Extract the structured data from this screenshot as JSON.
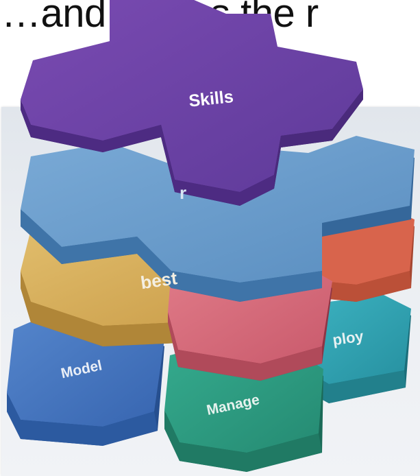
{
  "slide": {
    "title": "…and … has the r"
  },
  "layers": {
    "skills": "Skills",
    "blue_partial": "r",
    "gold_partial": "best",
    "deploy_partial": "ploy",
    "model": "Model",
    "manage": "Manage"
  },
  "colors": {
    "skills": "#6a3fa0",
    "blue": "#5f93c4",
    "gold": "#c9a252",
    "coral": "#d8644c",
    "pink": "#cf6878",
    "teal": "#2fa0ae",
    "model": "#3f72be",
    "manage": "#2c9a80"
  }
}
